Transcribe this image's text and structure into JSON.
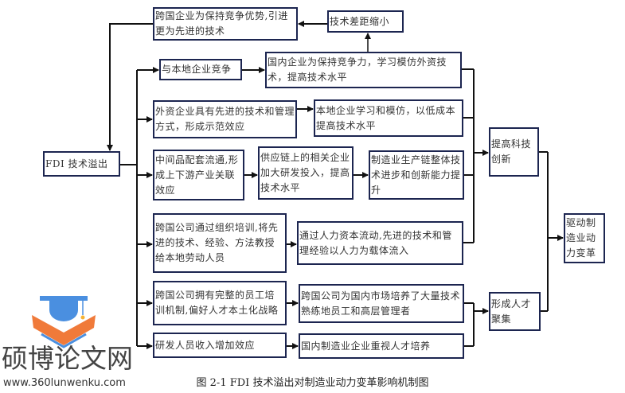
{
  "nodes": {
    "import_tech": "跨国企业为保持竞争优势,引进更为先进的技术",
    "gap_narrow": "技术差距缩小",
    "compete_local": "与本地企业竞争",
    "domestic_imitate": "国内企业为保持竞争力，学习模仿外资技术，提高技术水平",
    "demo_effect": "外资企业具有先进的技术和管理方式，形成示范效应",
    "local_learn": "本地企业学习和模仿，以低成本提高技术水平",
    "fdi": "FDI 技术溢出",
    "linkage": "中间品配套流通,形成上下游产业关联效应",
    "supply_chain": "供应链上的相关企业加大研发投入，提高技术水平",
    "chain_upgrade": "制造业生产链整体技术进步和创新能力提升",
    "innovation": "提高科技创新",
    "training": "跨国公司通过组织培训,将先进的技术、经验、方法教授给本地劳动人员",
    "human_flow": "通过人力资本流动,先进的技术和管理经验以人力为载体流入",
    "hr_system": "跨国公司拥有完整的员工培训机制,偏好人才本土化战略",
    "talent_train": "跨国公司为国内市场培养了大量技术熟练地员工和高层管理者",
    "talent_cluster": "形成人才聚集",
    "drive": "驱动制造业动力变革",
    "income_effect": "研发人员收入增加效应",
    "domestic_talent": "国内制造业企业重视人才培养"
  },
  "caption": "图 2-1    FDI 技术溢出对制造业动力变革影响机制图",
  "watermark": {
    "title": "硕博论文网",
    "url": "www.360lunwenku.com"
  },
  "colors": {
    "border": "#1c2550",
    "line": "#111111",
    "logo_orange": "#f07a3a",
    "logo_blue": "#4a8fe0"
  }
}
